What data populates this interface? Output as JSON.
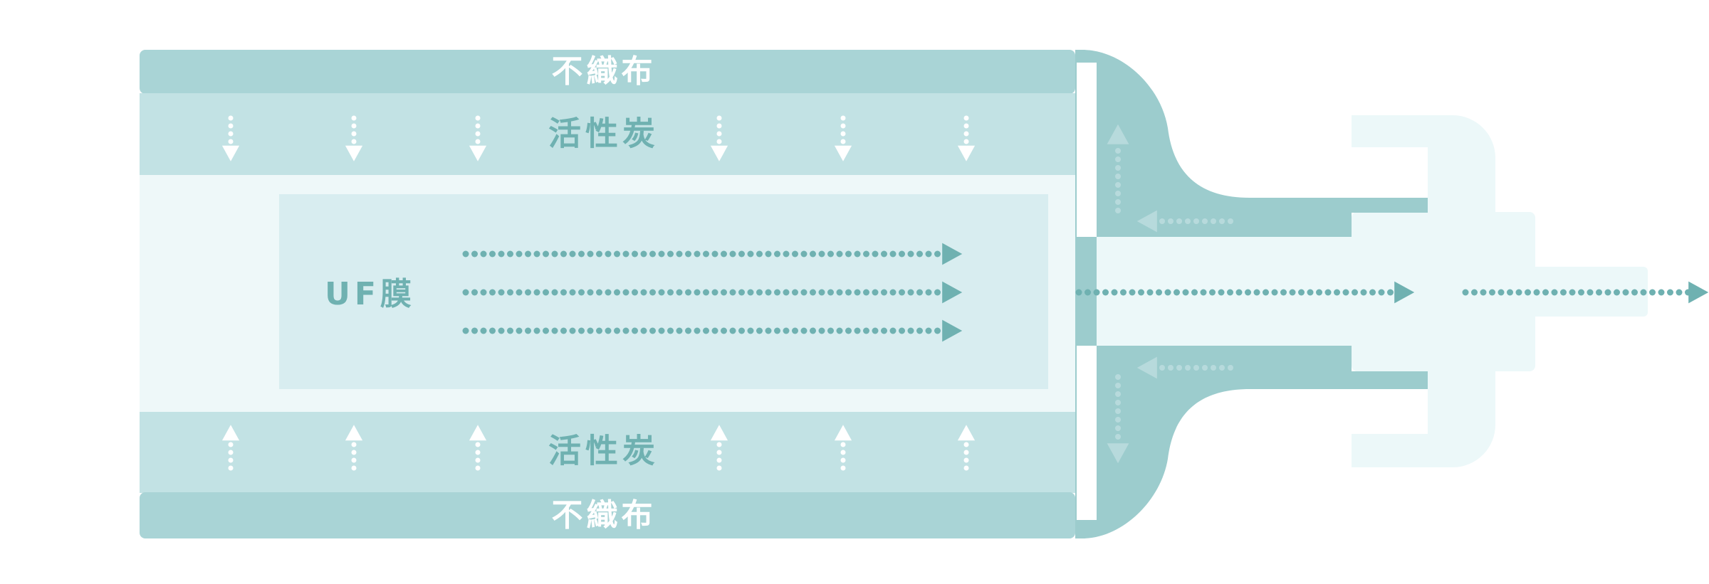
{
  "labels": {
    "nonwoven_top": "不織布",
    "carbon_top": "活性炭",
    "membrane": "UF膜",
    "carbon_bottom": "活性炭",
    "nonwoven_bottom": "不織布"
  },
  "colors": {
    "nonwoven": "#a9d4d6",
    "carbon": "#c2e2e4",
    "core": "#eef8f9",
    "membrane": "#d8edf0",
    "cap": "#9ccccd",
    "outlet": "#ecf8f9",
    "flow_arrow": "#6fb1b1",
    "flow_arrow_light": "#b7dadc"
  }
}
